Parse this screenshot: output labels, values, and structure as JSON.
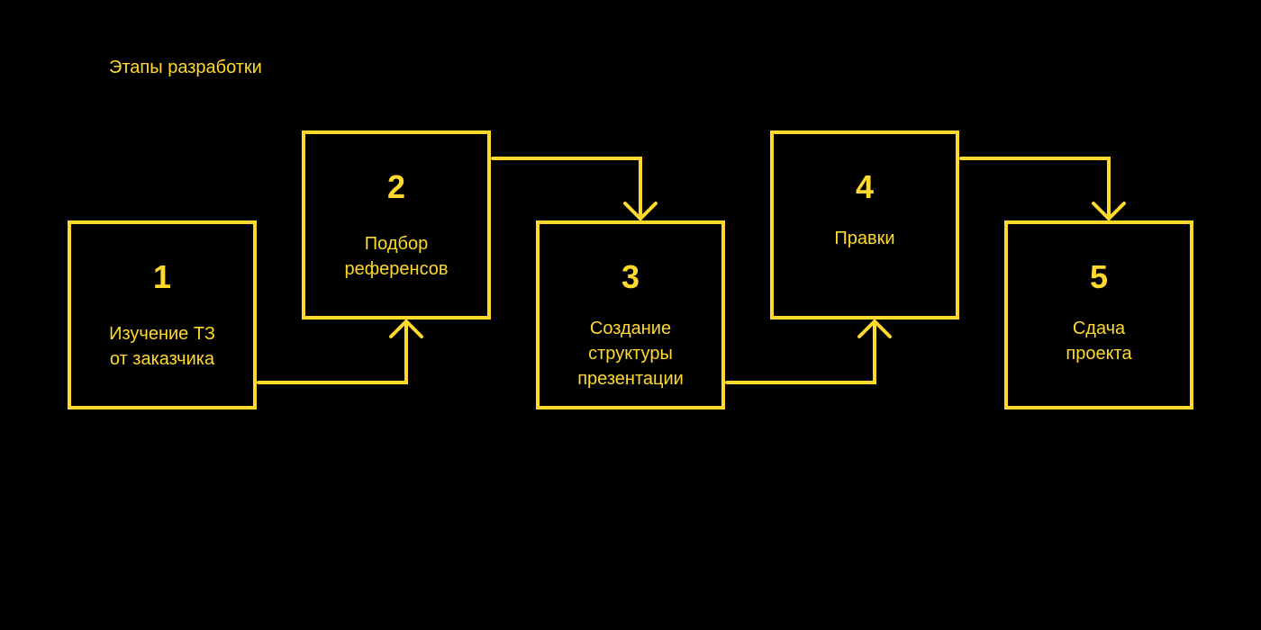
{
  "title": "Этапы разработки",
  "accent_color": "#FFD92E",
  "steps": [
    {
      "number": "1",
      "label_lines": [
        "Изучение ТЗ",
        "от заказчика"
      ]
    },
    {
      "number": "2",
      "label_lines": [
        "Подбор",
        "референсов"
      ]
    },
    {
      "number": "3",
      "label_lines": [
        "Создание",
        "структуры",
        "презентации"
      ]
    },
    {
      "number": "4",
      "label_lines": [
        "Правки"
      ]
    },
    {
      "number": "5",
      "label_lines": [
        "Сдача",
        "проекта"
      ]
    }
  ],
  "connections": [
    {
      "from": "1",
      "to": "2"
    },
    {
      "from": "2",
      "to": "3"
    },
    {
      "from": "3",
      "to": "4"
    },
    {
      "from": "4",
      "to": "5"
    }
  ]
}
